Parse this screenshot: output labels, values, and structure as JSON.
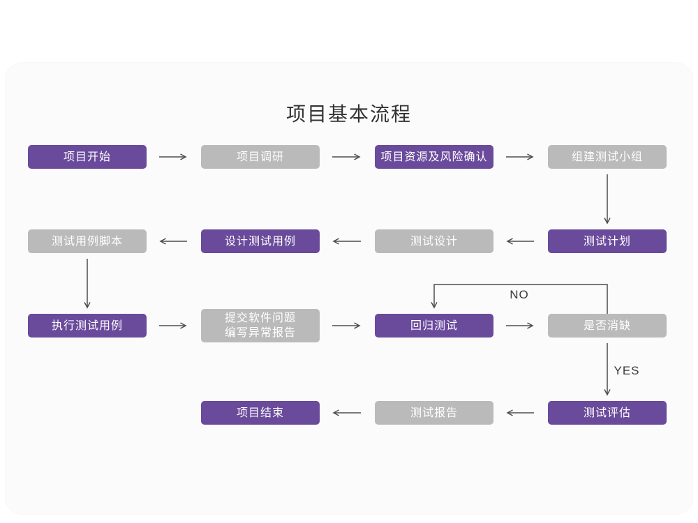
{
  "title": "项目基本流程",
  "colors": {
    "node_purple": "#6a4a9b",
    "node_gray": "#bababa",
    "arrow": "#4d4d4d",
    "node_text": "#ffffff",
    "title_text": "#333333"
  },
  "branch_labels": {
    "no": "NO",
    "yes": "YES"
  },
  "nodes": [
    {
      "label": "项目开始",
      "variant": "purple"
    },
    {
      "label": "项目调研",
      "variant": "gray"
    },
    {
      "label": "项目资源及风险确认",
      "variant": "purple"
    },
    {
      "label": "组建测试小组",
      "variant": "gray"
    },
    {
      "label": "测试用例脚本",
      "variant": "gray"
    },
    {
      "label": "设计测试用例",
      "variant": "purple"
    },
    {
      "label": "测试设计",
      "variant": "gray"
    },
    {
      "label": "测试计划",
      "variant": "purple"
    },
    {
      "label": "执行测试用例",
      "variant": "purple"
    },
    {
      "label": "提交软件问题\n编写异常报告",
      "variant": "gray"
    },
    {
      "label": "回归测试",
      "variant": "purple"
    },
    {
      "label": "是否消缺",
      "variant": "gray"
    },
    {
      "label": "项目结束",
      "variant": "purple"
    },
    {
      "label": "测试报告",
      "variant": "gray"
    },
    {
      "label": "测试评估",
      "variant": "purple"
    }
  ],
  "edges": [
    {
      "from": "项目开始",
      "to": "项目调研"
    },
    {
      "from": "项目调研",
      "to": "项目资源及风险确认"
    },
    {
      "from": "项目资源及风险确认",
      "to": "组建测试小组"
    },
    {
      "from": "组建测试小组",
      "to": "测试计划"
    },
    {
      "from": "测试计划",
      "to": "测试设计"
    },
    {
      "from": "测试设计",
      "to": "设计测试用例"
    },
    {
      "from": "设计测试用例",
      "to": "测试用例脚本"
    },
    {
      "from": "测试用例脚本",
      "to": "执行测试用例"
    },
    {
      "from": "执行测试用例",
      "to": "提交软件问题 编写异常报告"
    },
    {
      "from": "提交软件问题 编写异常报告",
      "to": "回归测试"
    },
    {
      "from": "回归测试",
      "to": "是否消缺"
    },
    {
      "from": "是否消缺",
      "to": "回归测试",
      "label": "NO"
    },
    {
      "from": "是否消缺",
      "to": "测试评估",
      "label": "YES"
    },
    {
      "from": "测试评估",
      "to": "测试报告"
    },
    {
      "from": "测试报告",
      "to": "项目结束"
    }
  ]
}
